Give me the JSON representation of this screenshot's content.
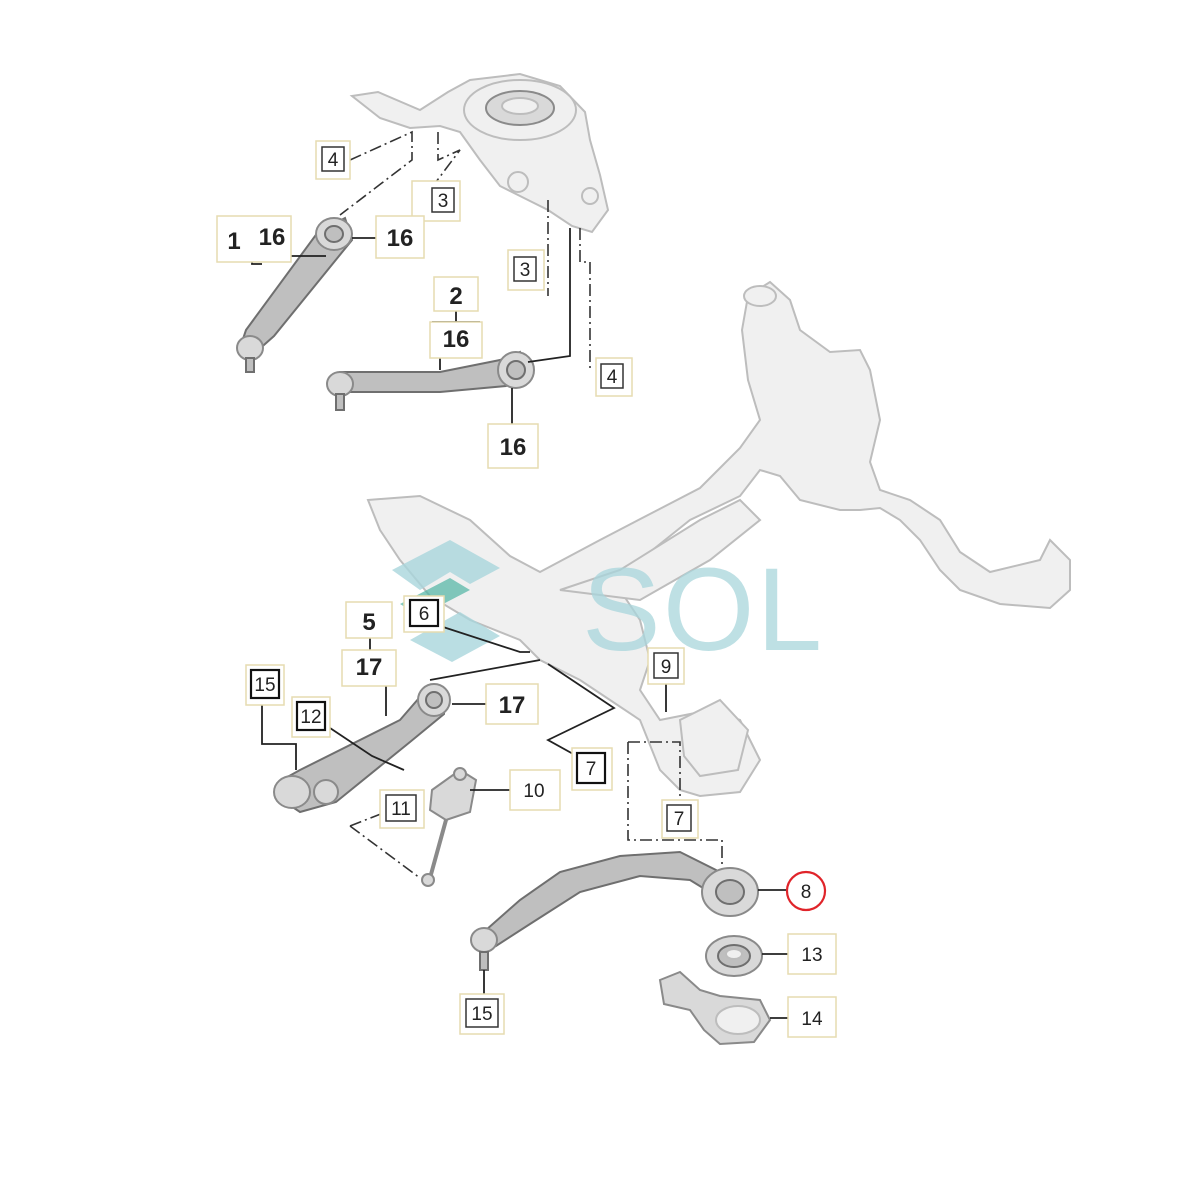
{
  "brand": {
    "watermark_text": "SOL",
    "accent_color": "#a9d6dc",
    "logo_color": "#4fb3a3"
  },
  "highlight_color": "#e0242a",
  "callouts": {
    "c1_group": "1",
    "c1_16a": "16",
    "c1_16b": "16",
    "c2_group": "2",
    "c2_16a": "16",
    "c2_16b": "16",
    "c3_upper": "3",
    "c3_lower": "3",
    "c4_upper": "4",
    "c4_lower": "4",
    "c5_group": "5",
    "c5_17a": "17",
    "c5_17b": "17",
    "c6": "6",
    "c7_mid": "7",
    "c7_low": "7",
    "c8": "8",
    "c9": "9",
    "c10": "10",
    "c11": "11",
    "c12": "12",
    "c13": "13",
    "c14": "14",
    "c15_upper": "15",
    "c15_lower": "15"
  }
}
